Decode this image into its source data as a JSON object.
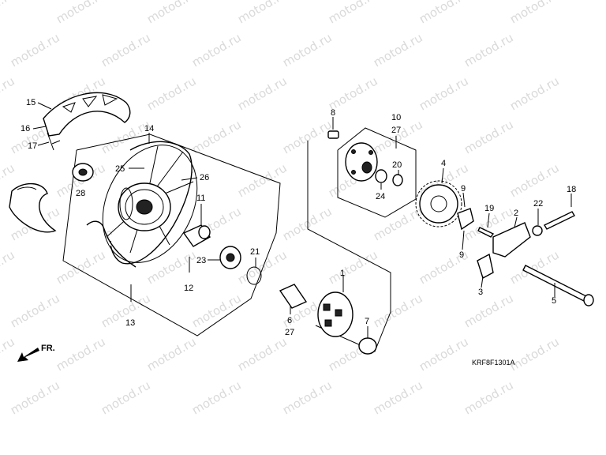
{
  "watermark": "motod.ru",
  "direction_label": "FR.",
  "diagram_code": "KRF8F1301A",
  "callouts": {
    "c1": "1",
    "c2": "2",
    "c3": "3",
    "c4": "4",
    "c5": "5",
    "c6": "6",
    "c6b": "27",
    "c7": "7",
    "c8": "8",
    "c9a": "9",
    "c9b": "9",
    "c10": "10",
    "c10b": "27",
    "c11": "11",
    "c12": "12",
    "c13": "13",
    "c14": "14",
    "c15": "15",
    "c16": "16",
    "c17": "17",
    "c18": "18",
    "c19": "19",
    "c20": "20",
    "c21": "21",
    "c22": "22",
    "c23": "23",
    "c24": "24",
    "c25": "25",
    "c26": "26",
    "c28": "28"
  },
  "colors": {
    "line": "#000000",
    "watermark": "#dadada",
    "background": "#ffffff"
  }
}
